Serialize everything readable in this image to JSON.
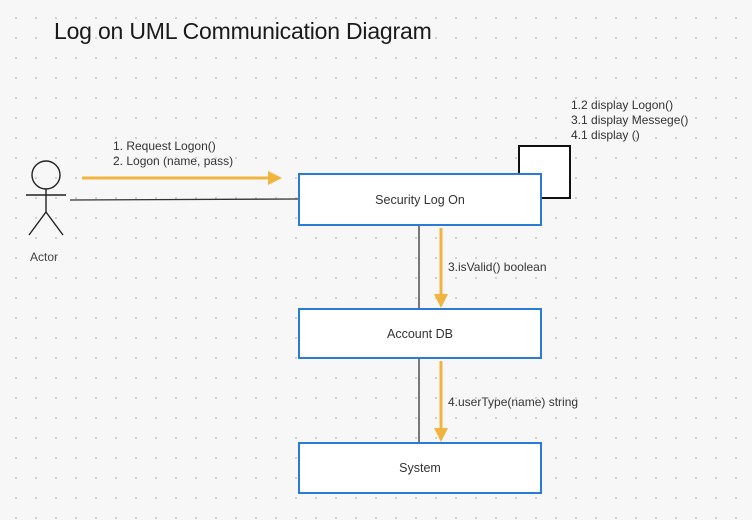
{
  "title": "Log on UML Communication Diagram",
  "actor": {
    "label": "Actor"
  },
  "objects": {
    "security": "Security Log On",
    "account": "Account DB",
    "system": "System"
  },
  "messages": {
    "actor_to_security": [
      "1.  Request  Logon()",
      "2.  Logon (name, pass)"
    ],
    "self_security": [
      "1.2 display Logon()",
      "3.1 display Messege()",
      "4.1 display ()"
    ],
    "security_to_account": "3.isValid() boolean",
    "account_to_system": "4.userType(name) string"
  },
  "colors": {
    "arrow": "#f2b440",
    "box_border": "#2a7bd6",
    "line": "#333333"
  }
}
